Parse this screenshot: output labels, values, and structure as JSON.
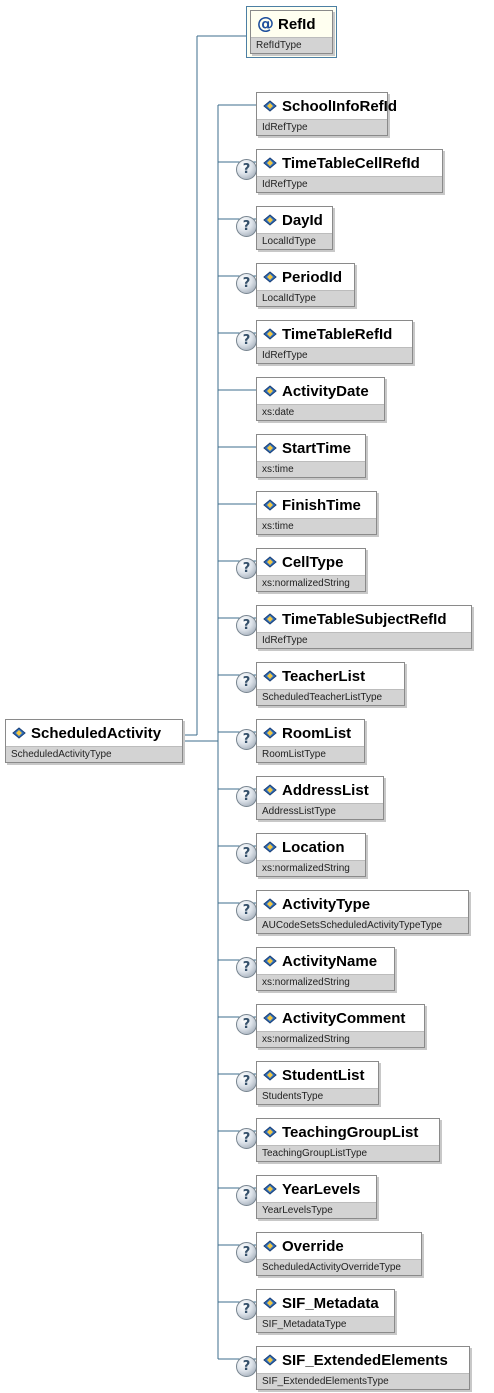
{
  "root": {
    "name": "ScheduledActivity",
    "type": "ScheduledActivityType"
  },
  "attribute": {
    "name": "RefId",
    "type": "RefIdType",
    "icon": "at-icon"
  },
  "children": [
    {
      "name": "SchoolInfoRefId",
      "type": "IdRefType",
      "optional": false
    },
    {
      "name": "TimeTableCellRefId",
      "type": "IdRefType",
      "optional": true
    },
    {
      "name": "DayId",
      "type": "LocalIdType",
      "optional": true
    },
    {
      "name": "PeriodId",
      "type": "LocalIdType",
      "optional": true
    },
    {
      "name": "TimeTableRefId",
      "type": "IdRefType",
      "optional": true
    },
    {
      "name": "ActivityDate",
      "type": "xs:date",
      "optional": false
    },
    {
      "name": "StartTime",
      "type": "xs:time",
      "optional": false
    },
    {
      "name": "FinishTime",
      "type": "xs:time",
      "optional": false
    },
    {
      "name": "CellType",
      "type": "xs:normalizedString",
      "optional": true
    },
    {
      "name": "TimeTableSubjectRefId",
      "type": "IdRefType",
      "optional": true
    },
    {
      "name": "TeacherList",
      "type": "ScheduledTeacherListType",
      "optional": true
    },
    {
      "name": "RoomList",
      "type": "RoomListType",
      "optional": true
    },
    {
      "name": "AddressList",
      "type": "AddressListType",
      "optional": true
    },
    {
      "name": "Location",
      "type": "xs:normalizedString",
      "optional": true
    },
    {
      "name": "ActivityType",
      "type": "AUCodeSetsScheduledActivityTypeType",
      "optional": true
    },
    {
      "name": "ActivityName",
      "type": "xs:normalizedString",
      "optional": true
    },
    {
      "name": "ActivityComment",
      "type": "xs:normalizedString",
      "optional": true
    },
    {
      "name": "StudentList",
      "type": "StudentsType",
      "optional": true
    },
    {
      "name": "TeachingGroupList",
      "type": "TeachingGroupListType",
      "optional": true
    },
    {
      "name": "YearLevels",
      "type": "YearLevelsType",
      "optional": true
    },
    {
      "name": "Override",
      "type": "ScheduledActivityOverrideType",
      "optional": true
    },
    {
      "name": "SIF_Metadata",
      "type": "SIF_MetadataType",
      "optional": true
    },
    {
      "name": "SIF_ExtendedElements",
      "type": "SIF_ExtendedElementsType",
      "optional": true
    }
  ],
  "optional_marker": "?",
  "element_icon": "element-icon",
  "colors": {
    "connector": "#3d6e8c",
    "type_bar": "#d3d3d3",
    "node_border": "#8a8a8a",
    "attribute_border": "#4c7fa3",
    "optional_marker": "#35506a"
  }
}
